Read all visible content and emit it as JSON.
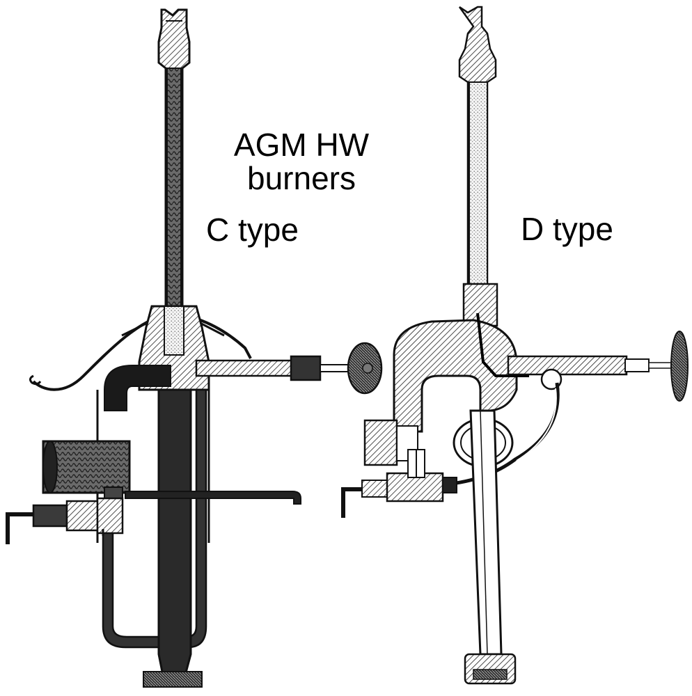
{
  "title": {
    "line1": "AGM HW",
    "line2": "burners"
  },
  "burners": [
    {
      "label": "C type"
    },
    {
      "label": "D type"
    }
  ]
}
